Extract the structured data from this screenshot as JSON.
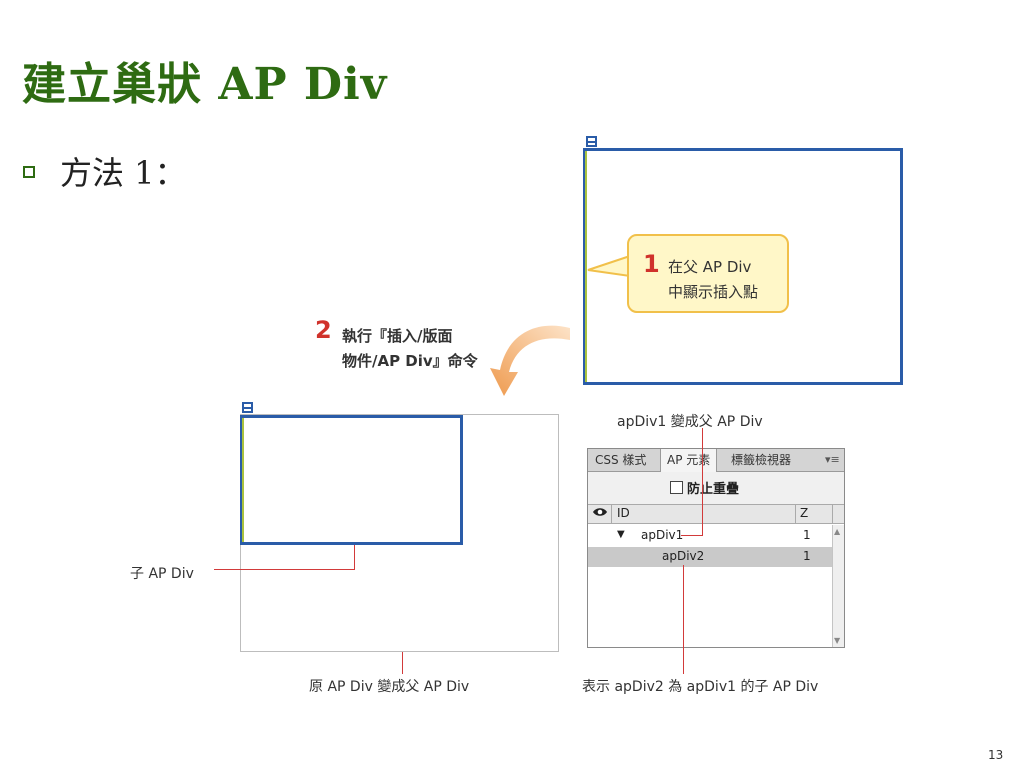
{
  "title": "建立巢狀 AP Div",
  "subtitle": "方法 1：",
  "callout1": {
    "number": "1",
    "line1": "在父 AP Div",
    "line2": "中顯示插入點"
  },
  "step2": {
    "number": "2",
    "line1": "執行『插入/版面",
    "line2": "物件/AP Div』命令"
  },
  "labels": {
    "child_ap_div": "子 AP Div",
    "original_becomes_parent": "原 AP Div 變成父 AP Div",
    "apdiv1_becomes_parent": "apDiv1 變成父 AP Div",
    "apdiv2_child_of_apdiv1": "表示 apDiv2 為 apDiv1 的子 AP Div"
  },
  "panel": {
    "tabs": [
      "CSS 樣式",
      "AP 元素",
      "標籤檢視器"
    ],
    "active_tab": "AP 元素",
    "menu_icon": "▾≡",
    "prevent_overlap_label": "防止重疊",
    "columns": {
      "eye": "eye-icon",
      "id": "ID",
      "z": "Z"
    },
    "rows": [
      {
        "name": "apDiv1",
        "z": "1",
        "expanded": true
      },
      {
        "name": "apDiv2",
        "z": "1",
        "selected": true
      }
    ]
  },
  "page_number": "13",
  "colors": {
    "title_green": "#2e6b12",
    "div_blue": "#2a5ca8",
    "accent_red": "#d0322b",
    "callout_fill": "#fff7c8",
    "arrow_orange": "#f0a35c"
  }
}
